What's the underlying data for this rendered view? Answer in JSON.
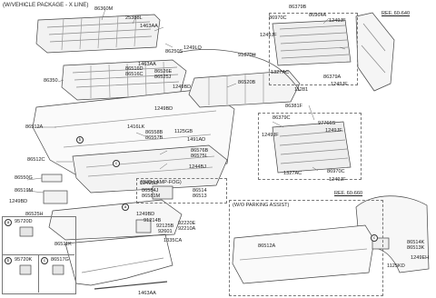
{
  "header": {
    "title": "(W/VEHICLE PACKAGE - X LINE)"
  },
  "refs": {
    "ref_top": "REF. 60-640",
    "ref_fender": "REF. 60-660"
  },
  "boxes": {
    "lamp_fog": "(W/O LAMP-FOG)",
    "parking_assist": "(W/O PARKING ASSIST)"
  },
  "legend": [
    {
      "letter": "a",
      "code": "95720D"
    },
    {
      "letter": "b",
      "code": "95720K"
    },
    {
      "letter": "c",
      "code": "86517G"
    }
  ],
  "callouts": {
    "a": "a",
    "b": "b",
    "c": "c"
  },
  "labels": {
    "l86360M": "86360M",
    "l25388L": "25388L",
    "l1463AA_top": "1463AA",
    "l1249LQ": "1249LQ",
    "l86250S": "86250S",
    "l1463AA_mid": "1463AA",
    "l86516D": "86516D",
    "l86516C": "86516C",
    "l86526E": "86526E",
    "l86525J": "86525J",
    "l86350": "86350",
    "l1249BD_a": "1249BD",
    "l1249BD_b": "1249BD",
    "l91870H": "91870H",
    "l86520B": "86520B",
    "l86379B": "86379B",
    "l86970C_top": "86970C",
    "l1249JF_a": "1249JF",
    "l86964A": "86964A",
    "l1249JF_b": "1249JF",
    "l1327AC_top": "1327AC",
    "l11281": "11281",
    "l86379A": "86379A",
    "l1249JF_c": "1249JF",
    "l86381F": "86381F",
    "l86379C": "86379C",
    "l1249JF_d": "1249JF",
    "l97766S": "97766S",
    "l1249JF_e": "1249JF",
    "l1327AC_mid": "1327AC",
    "l86970C_mid": "86970C",
    "l1249JF_f": "1249JF",
    "l86512A": "86512A",
    "l1416LK": "1416LK",
    "l86558B": "86558B",
    "l86557B": "86557B",
    "l1125GB": "1125GB",
    "l1491AD": "1491AD",
    "l86576B": "86576B",
    "l86575L": "86575L",
    "l1244BJ": "1244BJ",
    "l86512C": "86512C",
    "l86550G": "86550G",
    "l86519M": "86519M",
    "l1249BD_c": "1249BD",
    "l1249BD_d": "1249BD",
    "l86584J": "86584J",
    "l86581M": "86581M",
    "l86514": "86514",
    "l86513": "86513",
    "l86525H": "86525H",
    "l1249BD_e": "1249BD",
    "l91214B": "91214B",
    "l92125B": "92125B",
    "l92220E": "92220E",
    "l92210A": "92210A",
    "l92601": "92601",
    "l1335CA": "1335CA",
    "l86511K": "86511K",
    "l1463AA_bot": "1463AA",
    "l86512A_box": "86512A",
    "l86514K": "86514K",
    "l86513K": "86513K",
    "l1249EH": "1249EH",
    "l1125KD": "1125KD"
  }
}
